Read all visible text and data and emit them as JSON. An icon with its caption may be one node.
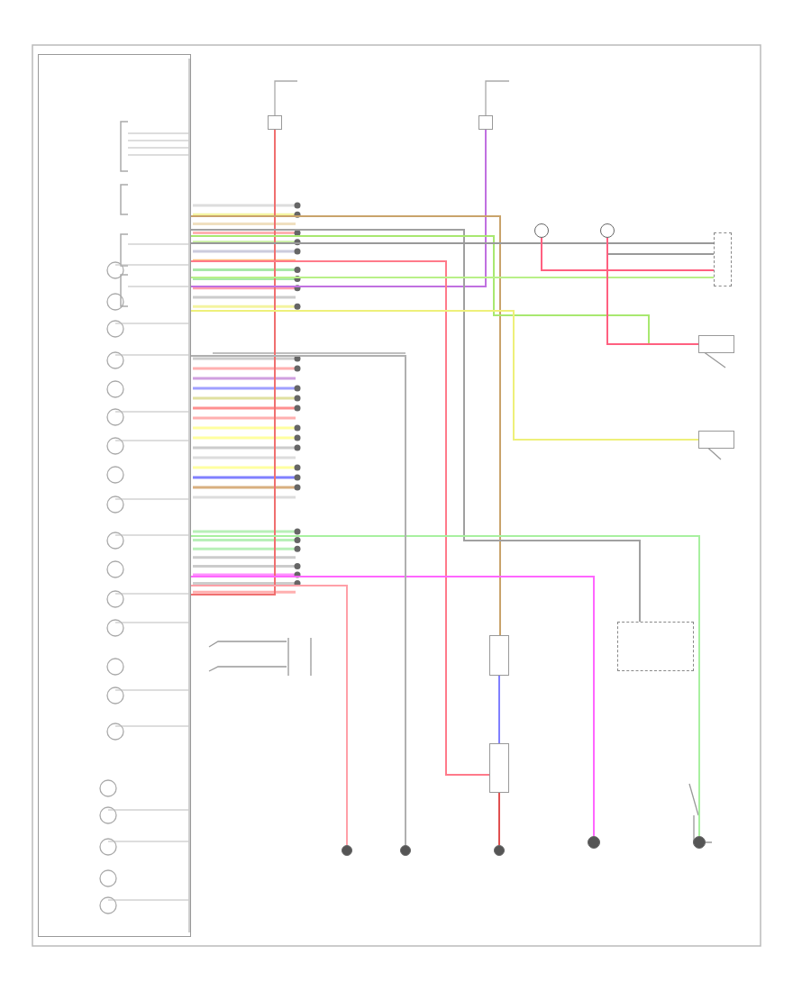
{
  "diagram": {
    "nodes": [
      {
        "text": [],
        "shape": "box"
      },
      {
        "text": [],
        "shape": "box"
      },
      {
        "text": [],
        "shape": "box"
      },
      {
        "text": [],
        "shape": "circle"
      },
      {
        "text": [],
        "shape": "circle"
      },
      {
        "text": [],
        "shape": "circle"
      },
      {
        "text": [],
        "shape": "box"
      },
      {
        "text": [],
        "shape": "box"
      },
      {
        "text": [],
        "shape": "box"
      },
      {
        "text": [],
        "shape": "box"
      },
      {
        "text": [],
        "shape": "circle"
      },
      {
        "text": [],
        "shape": "circle"
      },
      {
        "text": [],
        "shape": "box"
      },
      {
        "text": [],
        "shape": "box"
      },
      {
        "text": [],
        "shape": "circle"
      },
      {
        "text": [],
        "shape": "circle"
      }
    ],
    "edges": [
      {
        "from": 1,
        "to": 0,
        "arrow": "none",
        "color": "#f07070"
      },
      {
        "from": 2,
        "to": 0,
        "arrow": "none",
        "color": "#c070e0"
      },
      {
        "from": 0,
        "to": 6,
        "arrow": "none",
        "color": "#c9a36b"
      },
      {
        "from": 6,
        "to": 7,
        "arrow": "none",
        "color": "#7f7fff"
      },
      {
        "from": 0,
        "to": 7,
        "arrow": "none",
        "color": "#ff7a8a"
      },
      {
        "from": 7,
        "to": 5,
        "arrow": "none",
        "color": "#e05050"
      },
      {
        "from": 0,
        "to": 8,
        "arrow": "none",
        "color": "#a0a0a0"
      },
      {
        "from": 0,
        "to": 12,
        "arrow": "none",
        "color": "#a8e870"
      },
      {
        "from": 0,
        "to": 13,
        "arrow": "none",
        "color": "#eef07a"
      },
      {
        "from": 0,
        "to": 9,
        "arrow": "none",
        "color": "#999999"
      },
      {
        "from": 10,
        "to": 9,
        "arrow": "none",
        "color": "#ff6080"
      },
      {
        "from": 11,
        "to": 9,
        "arrow": "none",
        "color": "#999999"
      },
      {
        "from": 0,
        "to": 9,
        "arrow": "none",
        "color": "#b8f088"
      },
      {
        "from": 11,
        "to": 12,
        "arrow": "none",
        "color": "#ff6080"
      },
      {
        "from": 0,
        "to": 15,
        "arrow": "none",
        "color": "#a8f0a0"
      },
      {
        "from": 0,
        "to": 14,
        "arrow": "none",
        "color": "#ff66ff"
      },
      {
        "from": 0,
        "to": 3,
        "arrow": "none",
        "color": "#ffa0a8"
      },
      {
        "from": 0,
        "to": 4,
        "arrow": "none",
        "color": "#b0b0b0"
      }
    ]
  }
}
